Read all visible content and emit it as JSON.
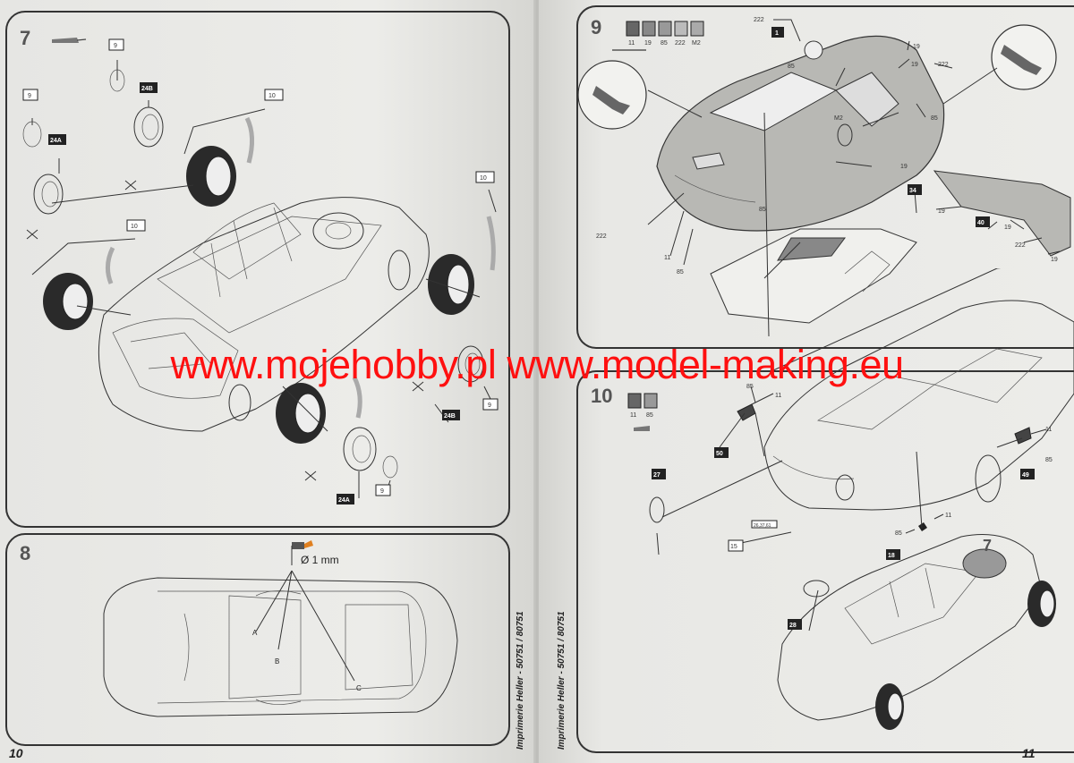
{
  "watermark": "www.mojehobby.pl www.model-making.eu",
  "left_page": {
    "page_number": "10",
    "vertical_text": "Imprimerie Heller - 50751 / 80751",
    "step7": {
      "number": "7",
      "parts": [
        "9",
        "24B",
        "10",
        "9",
        "24A",
        "10",
        "10",
        "24B",
        "9",
        "24A",
        "9"
      ]
    },
    "step8": {
      "number": "8",
      "drill": "Ø 1 mm",
      "points": [
        "A",
        "B",
        "C"
      ]
    }
  },
  "right_page": {
    "page_number": "11",
    "vertical_text": "Imprimerie Heller - 50751 / 80751",
    "step9": {
      "number": "9",
      "paints": [
        "11",
        "19",
        "85",
        "222",
        "M2"
      ],
      "parts": [
        "1",
        "34",
        "40"
      ],
      "callouts": [
        "222",
        "19",
        "19",
        "85",
        "222",
        "85",
        "M2",
        "19",
        "222",
        "11",
        "85",
        "85",
        "19",
        "19",
        "222",
        "19"
      ]
    },
    "step10": {
      "number": "10",
      "paints": [
        "11",
        "85"
      ],
      "parts": [
        "50",
        "27",
        "15",
        "18",
        "28",
        "49"
      ],
      "callouts": [
        "85",
        "11",
        "11",
        "85",
        "85",
        "11"
      ],
      "decal_ref": "26,37,61",
      "ref_step": "7"
    }
  }
}
